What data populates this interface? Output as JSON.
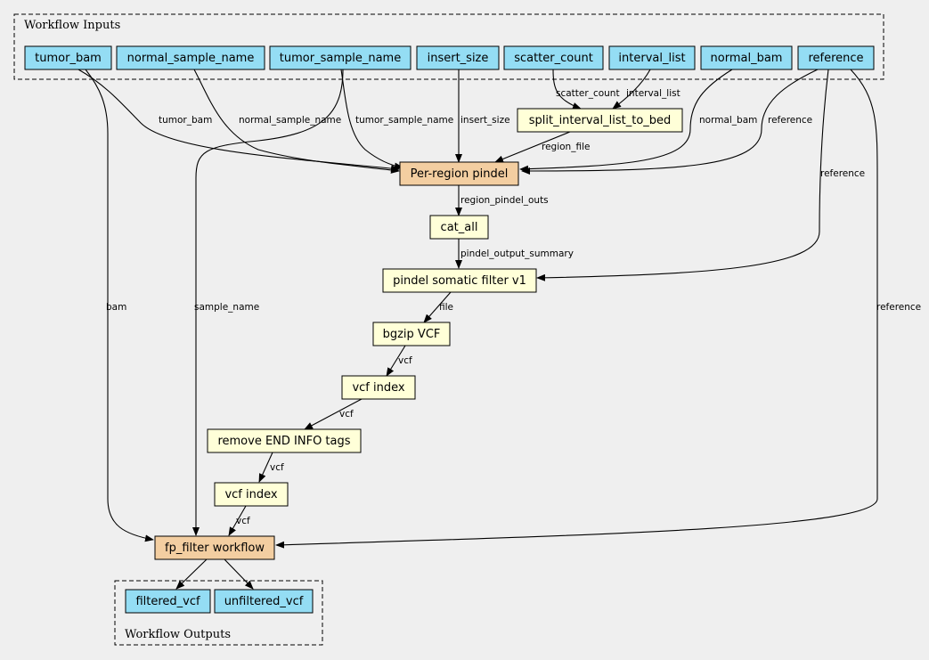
{
  "colors": {
    "background": "#efefef",
    "io": "#94ddf4",
    "step": "#ffffd8",
    "subworkflow": "#f3cea1"
  },
  "clusters": {
    "inputs": "Workflow Inputs",
    "outputs": "Workflow Outputs"
  },
  "nodes": {
    "tumor_bam": "tumor_bam",
    "normal_sample_name": "normal_sample_name",
    "tumor_sample_name": "tumor_sample_name",
    "insert_size": "insert_size",
    "scatter_count": "scatter_count",
    "interval_list": "interval_list",
    "normal_bam": "normal_bam",
    "reference": "reference",
    "split_interval_list_to_bed": "split_interval_list_to_bed",
    "per_region_pindel": "Per-region pindel",
    "cat_all": "cat_all",
    "pindel_somatic_filter": "pindel somatic filter v1",
    "bgzip_vcf": "bgzip VCF",
    "vcf_index_1": "vcf index",
    "remove_end_info": "remove END INFO tags",
    "vcf_index_2": "vcf index",
    "fp_filter": "fp_filter workflow",
    "filtered_vcf": "filtered_vcf",
    "unfiltered_vcf": "unfiltered_vcf"
  },
  "edges": {
    "tumor_bam_to_pindel": "tumor_bam",
    "normal_sample_name_to_pindel": "normal_sample_name",
    "tumor_sample_name_to_pindel": "tumor_sample_name",
    "insert_size_to_pindel": "insert_size",
    "scatter_count_to_split": "scatter_count",
    "interval_list_to_split": "interval_list",
    "split_to_pindel": "region_file",
    "normal_bam_to_pindel": "normal_bam",
    "reference_to_pindel": "reference",
    "reference_to_filter": "reference",
    "reference_to_fp": "reference",
    "pindel_to_cat": "region_pindel_outs",
    "cat_to_filter": "pindel_output_summary",
    "filter_to_bgzip": "file",
    "bgzip_to_index": "vcf",
    "index_to_remove": "vcf",
    "remove_to_index": "vcf",
    "index_to_fp": "vcf",
    "tumor_bam_to_fp": "bam",
    "tumor_sample_name_to_fp": "sample_name"
  }
}
